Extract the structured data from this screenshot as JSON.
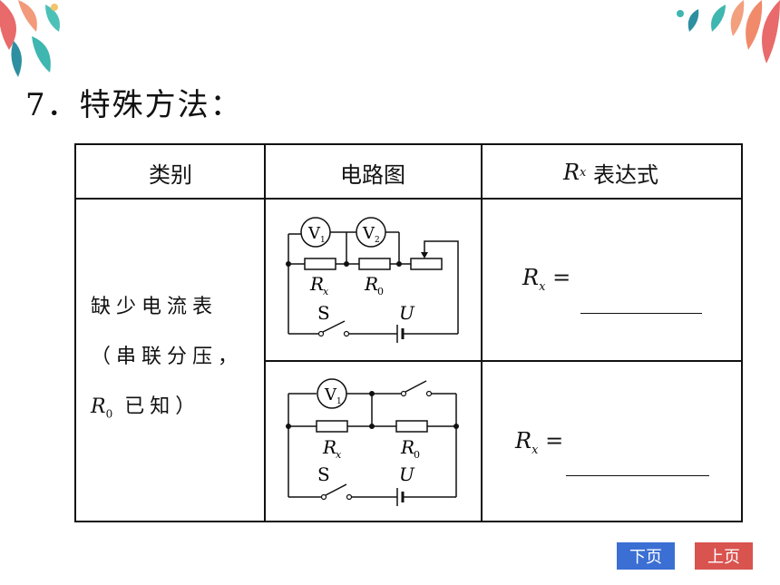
{
  "title": "7．特殊方法：",
  "table": {
    "headers": [
      "类别",
      "电路图",
      "表达式"
    ],
    "header_rx_var": "R",
    "header_rx_sub": "x",
    "category_lines": [
      "缺少电流表",
      "（串联分压，",
      "已知）"
    ],
    "category_r0_var": "R",
    "category_r0_sub": "0",
    "rows": [
      {
        "expr_var": "R",
        "expr_sub": "x",
        "expr_eq": "="
      },
      {
        "expr_var": "R",
        "expr_sub": "x",
        "expr_eq": "="
      }
    ]
  },
  "circuit1": {
    "v1": "V",
    "v1_sub": "1",
    "v2": "V",
    "v2_sub": "2",
    "rx": "R",
    "rx_sub": "x",
    "r0": "R",
    "r0_sub": "0",
    "switch": "S",
    "source": "U"
  },
  "circuit2": {
    "v1": "V",
    "v1_sub": "1",
    "rx": "R",
    "rx_sub": "x",
    "r0": "R",
    "r0_sub": "0",
    "switch": "S",
    "source": "U"
  },
  "nav": {
    "next_label": "下页",
    "prev_label": "上页"
  }
}
